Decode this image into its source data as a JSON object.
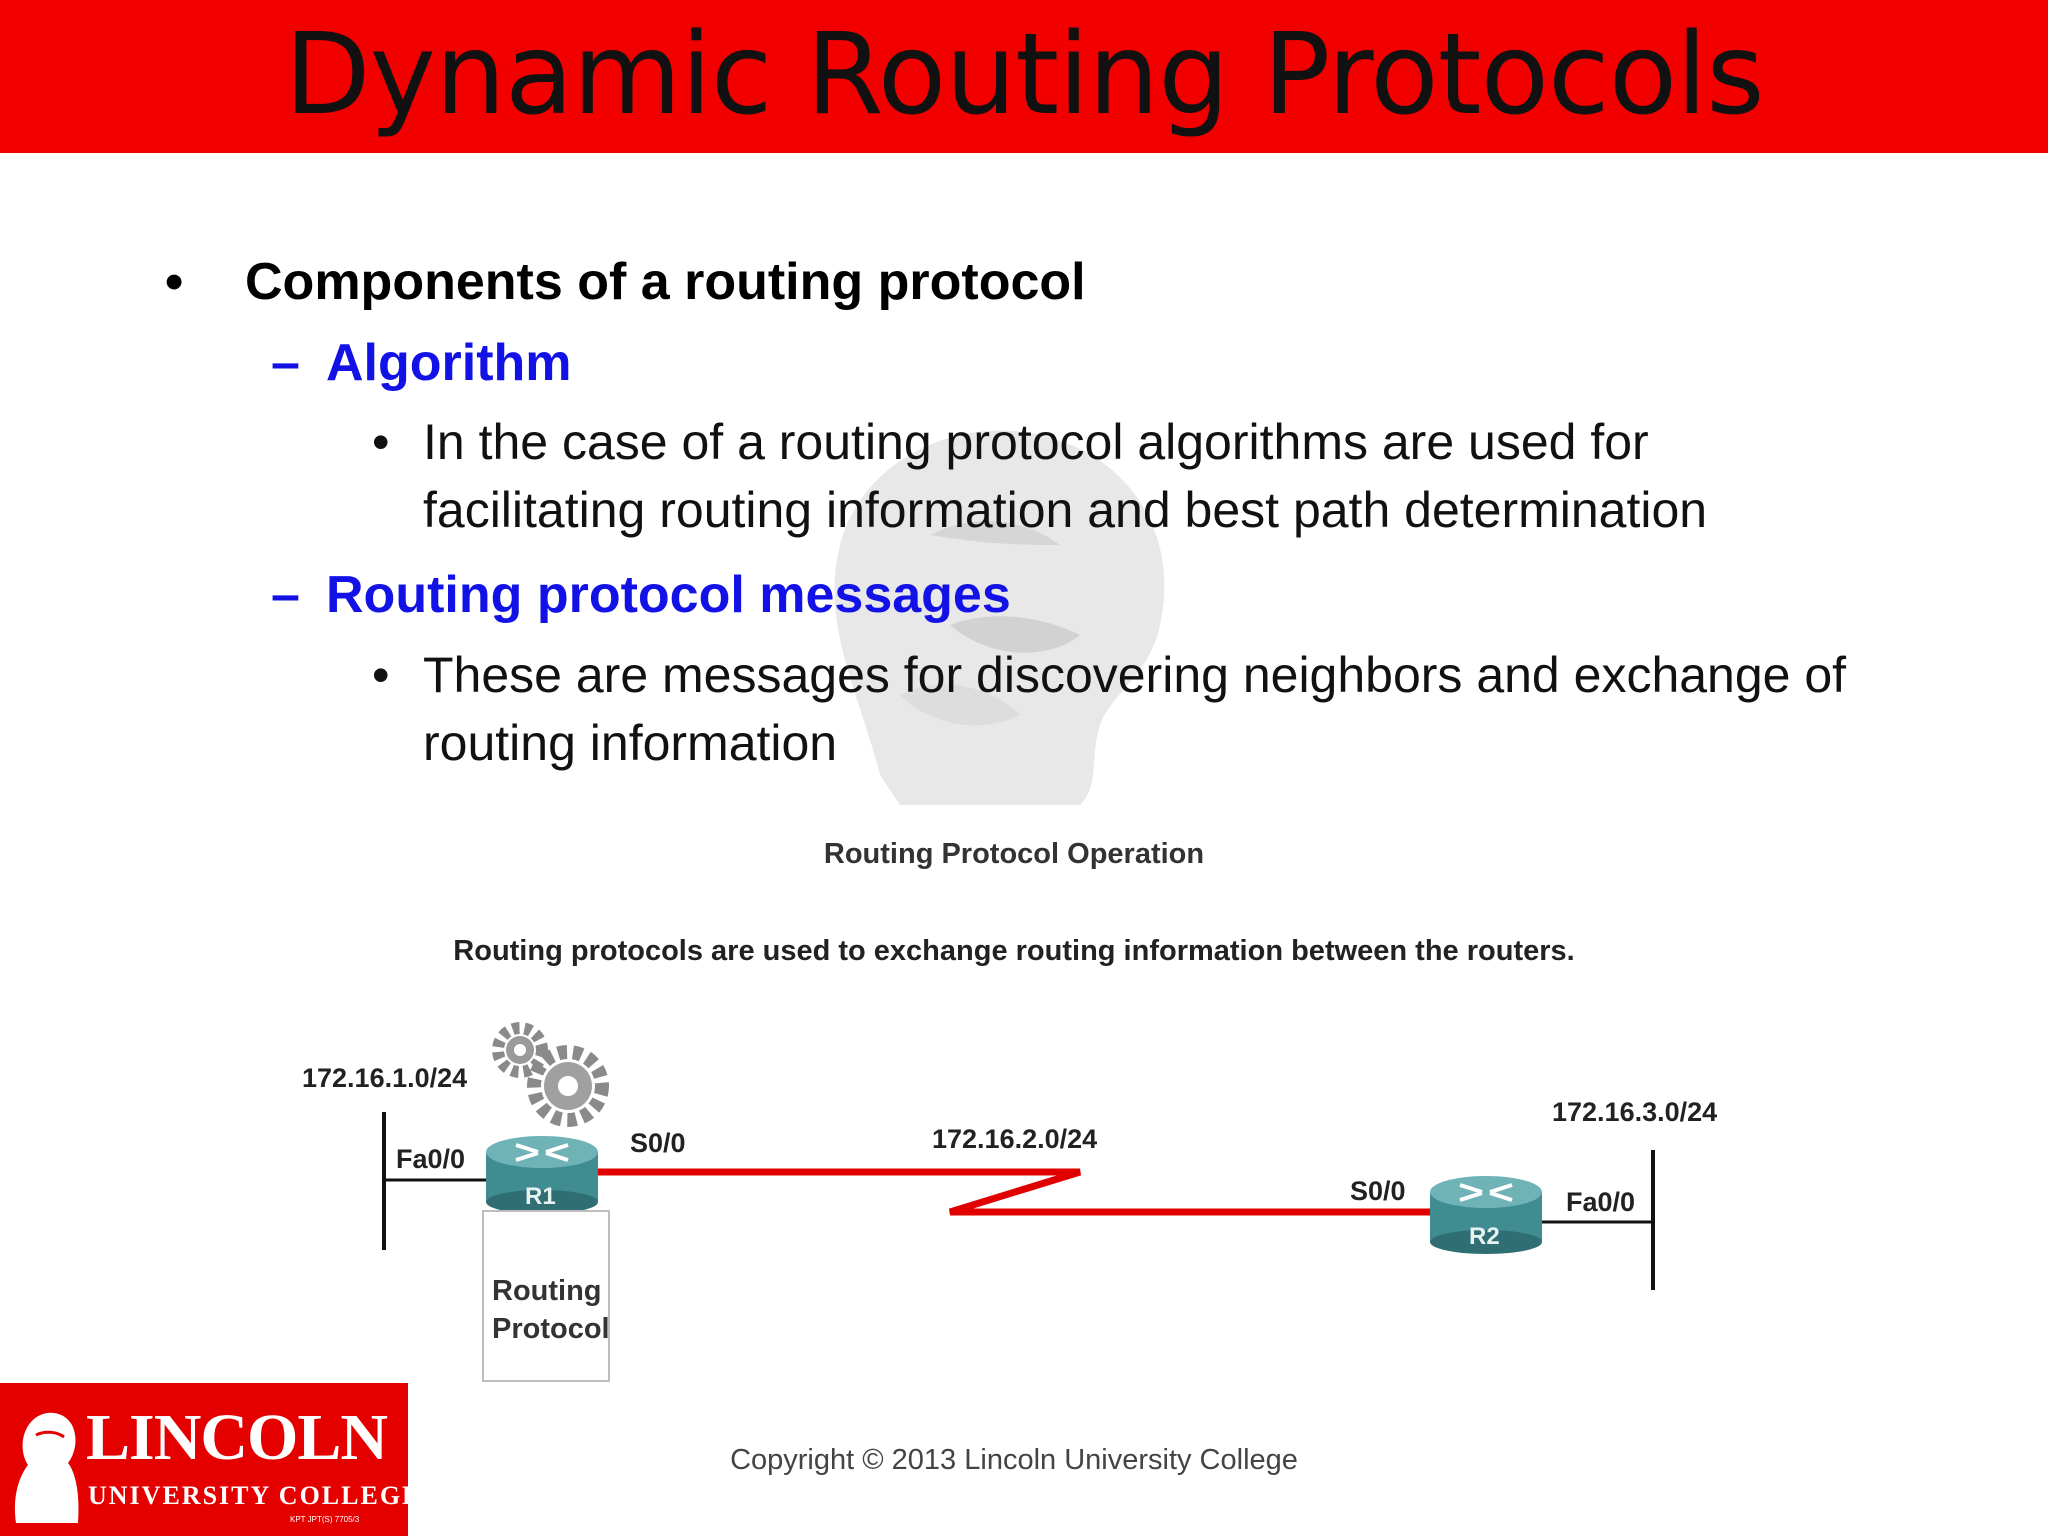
{
  "slide": {
    "title": "Dynamic Routing Protocols",
    "bullet_main": "Components of a routing protocol",
    "sections": [
      {
        "heading": "Algorithm",
        "lines": [
          "In the case of a routing protocol algorithms are used for",
          "facilitating routing information and best path determination"
        ]
      },
      {
        "heading": "Routing protocol messages",
        "lines": [
          "These are messages for discovering neighbors and exchange of",
          "routing information"
        ]
      }
    ]
  },
  "diagram": {
    "title": "Routing Protocol Operation",
    "caption": "Routing protocols are used to exchange routing information between the routers.",
    "left_network": "172.16.1.0/24",
    "middle_network": "172.16.2.0/24",
    "right_network": "172.16.3.0/24",
    "r1": {
      "name": "R1",
      "fa_label": "Fa0/0",
      "serial_label": "S0/0"
    },
    "r2": {
      "name": "R2",
      "fa_label": "Fa0/0",
      "serial_label": "S0/0"
    },
    "note_line1": "Routing",
    "note_line2": "Protocol",
    "copyright": "Copyright © 2013 Lincoln University College"
  },
  "logo": {
    "name": "LINCOLN",
    "sub": "UNIVERSITY COLLEGE",
    "tagline": "KPT JPT(S) 7705/3"
  },
  "colors": {
    "title_bar": "#f20000",
    "heading_blue": "#1212e6",
    "link_red": "#e00000",
    "router_teal": "#3f8c91"
  }
}
